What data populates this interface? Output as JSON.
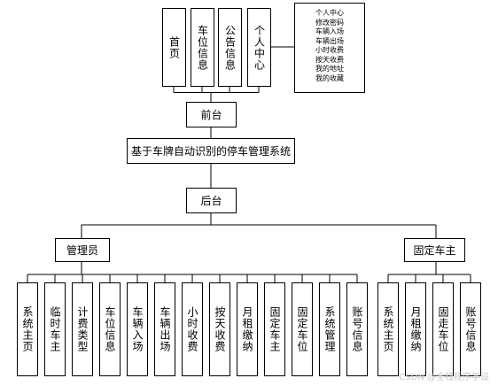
{
  "frontend": {
    "label": "前台",
    "modules": [
      "首页",
      "车位信息",
      "公告信息",
      "个人中心"
    ],
    "personal_center_items": [
      "个人中心",
      "修改密码",
      "车辆入场",
      "车辆出场",
      "小时收费",
      "按天收费",
      "我的地址",
      "我的收藏"
    ]
  },
  "system_title": "基于车牌自动识别的停车管理系统",
  "backend": {
    "label": "后台",
    "admin": {
      "label": "管理员",
      "modules": [
        "系统主页",
        "临时车主",
        "计费类型",
        "车位信息",
        "车辆入场",
        "车辆出场",
        "小时收费",
        "按天收费",
        "月租缴纳",
        "固定车主",
        "固定车位",
        "系统管理",
        "账号信息"
      ]
    },
    "owner": {
      "label": "固定车主",
      "modules": [
        "系统主页",
        "月租缴纳",
        "固走车位",
        "账号信息"
      ]
    }
  },
  "watermark": "CSDN @全栈程序学设"
}
